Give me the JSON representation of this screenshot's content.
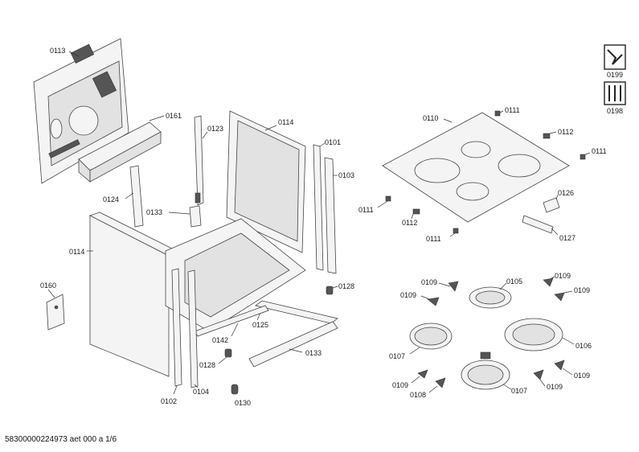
{
  "footer": "58300000224973 aet 000 a 1/6",
  "labels": {
    "l0113": "0113",
    "l0161": "0161",
    "l0123": "0123",
    "l0114a": "0114",
    "l0101": "0101",
    "l0103": "0103",
    "l0124": "0124",
    "l0133a": "0133",
    "l0114b": "0114",
    "l0160": "0160",
    "l0128a": "0128",
    "l0142": "0142",
    "l0125": "0125",
    "l0133b": "0133",
    "l0128b": "0128",
    "l0102": "0102",
    "l0104": "0104",
    "l0130": "0130",
    "l0110": "0110",
    "l0111a": "0111",
    "l0112a": "0112",
    "l0111b": "0111",
    "l0111c": "0111",
    "l0112b": "0112",
    "l0111d": "0111",
    "l0126": "0126",
    "l0127": "0127",
    "l0109a": "0109",
    "l0105": "0105",
    "l0109b": "0109",
    "l0109c": "0109",
    "l0109d": "0109",
    "l0107a": "0107",
    "l0106": "0106",
    "l0109e": "0109",
    "l0108": "0108",
    "l0107b": "0107",
    "l0109f": "0109",
    "l0199": "0199",
    "l0198": "0198"
  },
  "icons": {
    "service_manual": "wrench-page-icon",
    "tools": "tools-icon"
  }
}
